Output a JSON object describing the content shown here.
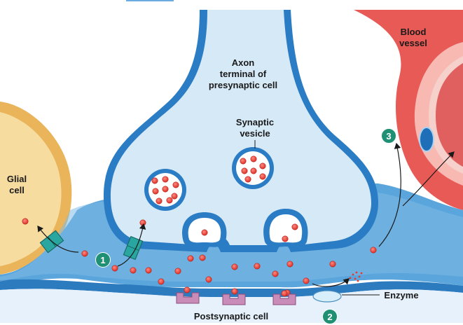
{
  "header_fragment": "",
  "labels": {
    "axon_line1": "Axon",
    "axon_line2": "terminal of",
    "axon_line3": "presynaptic cell",
    "vesicle_line1": "Synaptic",
    "vesicle_line2": "vesicle",
    "blood_line1": "Blood",
    "blood_line2": "vessel",
    "glial_line1": "Glial",
    "glial_line2": "cell",
    "enzyme": "Enzyme",
    "postsynaptic": "Postsynaptic cell"
  },
  "steps": [
    "1",
    "2",
    "3"
  ],
  "colors": {
    "neurotransmitter": "#e8392f",
    "membrane": "#3d8fd0",
    "cytoplasm": "#d6e9f7",
    "glial": "#f2c77a",
    "blood_vessel": "#e85a55",
    "transporter": "#2aa6a0",
    "receptor": "#c98bb8",
    "badge": "#1f9073"
  },
  "icons": [
    "arrow-icon",
    "neurotransmitter-dot-icon",
    "transporter-icon",
    "receptor-icon",
    "enzyme-icon"
  ]
}
